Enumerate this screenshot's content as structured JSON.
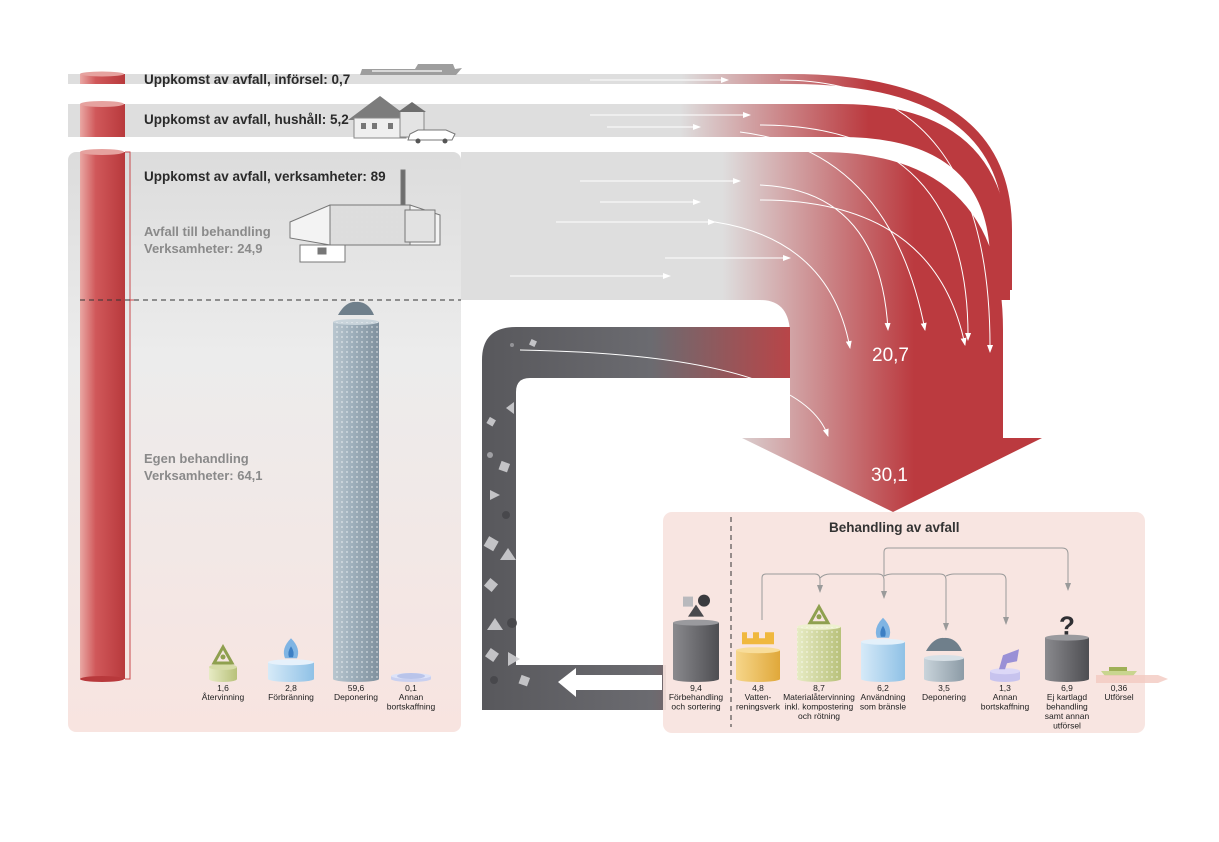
{
  "colors": {
    "flow_red": "#bb3a3f",
    "flow_grey": "#dcdcdc",
    "return_dark": "#5e5e62",
    "panel_pink": "#f6dcd5",
    "cylinder_red": "#c9494c"
  },
  "inputs": [
    {
      "label": "Uppkomst av avfall, införsel: 0,7",
      "icon": "ship-icon"
    },
    {
      "label": "Uppkomst av avfall, hushåll: 5,2",
      "icon": "house-icon"
    },
    {
      "label": "Uppkomst av avfall, verksamheter: 89",
      "icon": "factory-icon"
    }
  ],
  "verksamheter_split": {
    "till_behandling": {
      "line1": "Avfall till behandling",
      "line2": "Verksamheter: 24,9"
    },
    "egen_behandling": {
      "line1": "Egen behandling",
      "line2": "Verksamheter: 64,1"
    }
  },
  "egen_bars": [
    {
      "value": 1.6,
      "value_label": "1,6",
      "label_lines": [
        "Återvinning"
      ],
      "icon": "recycling-icon"
    },
    {
      "value": 2.8,
      "value_label": "2,8",
      "label_lines": [
        "Förbränning"
      ],
      "icon": "flame-icon"
    },
    {
      "value": 59.6,
      "value_label": "59,6",
      "label_lines": [
        "Deponering"
      ],
      "icon": "landfill-icon"
    },
    {
      "value": 0.1,
      "value_label": "0,1",
      "label_lines": [
        "Annan",
        "bortskaffning"
      ],
      "icon": "puddle-icon"
    }
  ],
  "flows": {
    "upper_value": "20,7",
    "total_value": "30,1"
  },
  "behandling": {
    "title": "Behandling av avfall",
    "items": [
      {
        "value": 9.4,
        "value_label": "9,4",
        "label_lines": [
          "Förbehandling",
          "och sortering"
        ],
        "icon": "shapes-icon"
      },
      {
        "value": 4.8,
        "value_label": "4,8",
        "label_lines": [
          "Vatten-",
          "reningsverk"
        ],
        "icon": "water-treatment-icon"
      },
      {
        "value": 8.7,
        "value_label": "8,7",
        "label_lines": [
          "Materialåtervinning",
          "inkl. kompostering",
          "och rötning"
        ],
        "icon": "recycling-icon"
      },
      {
        "value": 6.2,
        "value_label": "6,2",
        "label_lines": [
          "Användning",
          "som bränsle"
        ],
        "icon": "flame-icon"
      },
      {
        "value": 3.5,
        "value_label": "3,5",
        "label_lines": [
          "Deponering"
        ],
        "icon": "landfill-icon"
      },
      {
        "value": 1.3,
        "value_label": "1,3",
        "label_lines": [
          "Annan",
          "bortskaffning"
        ],
        "icon": "pour-icon"
      },
      {
        "value": 6.9,
        "value_label": "6,9",
        "label_lines": [
          "Ej kartlagd",
          "behandling",
          "samt annan",
          "utförsel"
        ],
        "icon": "question-icon"
      },
      {
        "value": 0.36,
        "value_label": "0,36",
        "label_lines": [
          "Utförsel"
        ],
        "icon": "boat-icon"
      }
    ]
  }
}
